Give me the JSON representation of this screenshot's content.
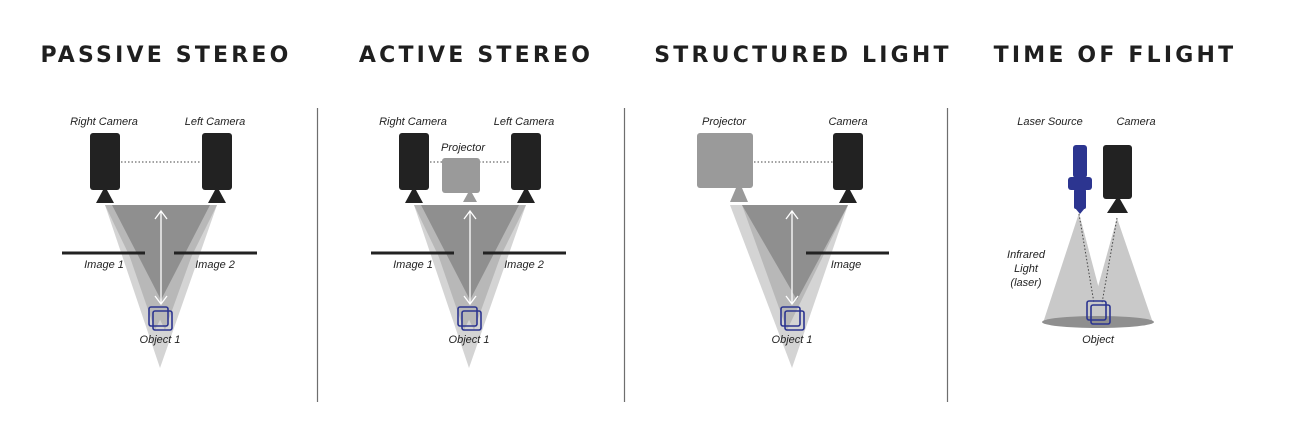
{
  "panels": [
    {
      "title": "PASSIVE STEREO",
      "labels": {
        "right_camera": "Right Camera",
        "left_camera": "Left Camera",
        "image_1": "Image 1",
        "image_2": "Image 2",
        "object": "Object 1"
      }
    },
    {
      "title": "ACTIVE STEREO",
      "labels": {
        "right_camera": "Right Camera",
        "left_camera": "Left Camera",
        "projector": "Projector",
        "image_1": "Image 1",
        "image_2": "Image 2",
        "object": "Object 1"
      }
    },
    {
      "title": "STRUCTURED LIGHT",
      "labels": {
        "projector": "Projector",
        "camera": "Camera",
        "image": "Image",
        "object": "Object 1"
      }
    },
    {
      "title": "TIME OF FLIGHT",
      "labels": {
        "laser_source": "Laser Source",
        "camera": "Camera",
        "infrared_line1": "Infrared",
        "infrared_line2": "Light",
        "infrared_line3": "(laser)",
        "object": "Object"
      }
    }
  ],
  "colors": {
    "title": "#1f1f1f",
    "camera": "#222222",
    "projector": "#9a9a9a",
    "beam_light": "#d4d4d4",
    "beam_mid": "#b8b8b8",
    "beam_dark": "#8f8f8f",
    "laser": "#2c3590",
    "object_outline": "#2c3590",
    "divider": "#6e6e6e"
  }
}
